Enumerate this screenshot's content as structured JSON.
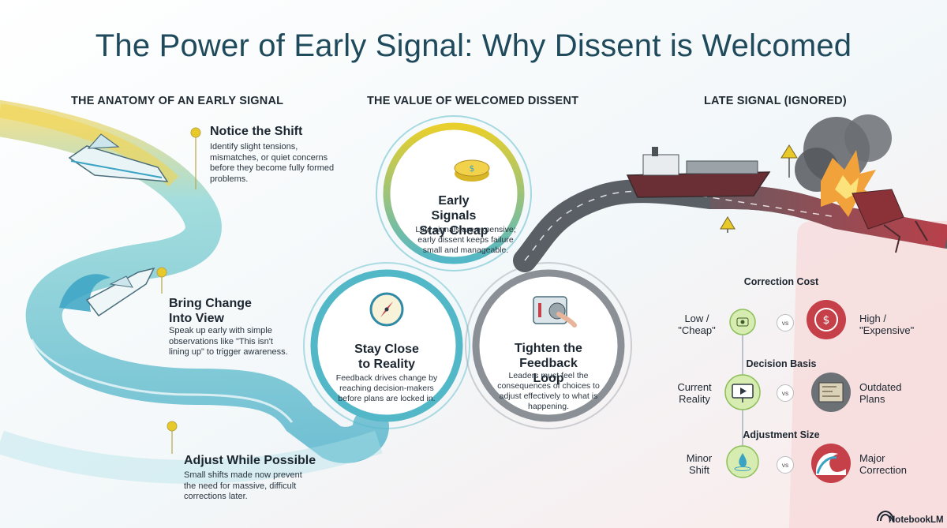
{
  "title": "The Power of Early Signal: Why Dissent is Welcomed",
  "sections": {
    "anatomy": "THE ANATOMY OF AN EARLY SIGNAL",
    "value": "THE VALUE OF WELCOMED DISSENT",
    "late": "LATE SIGNAL (IGNORED)"
  },
  "steps": [
    {
      "title": "Notice the Shift",
      "body": "Identify slight tensions, mismatches, or quiet concerns before they become fully formed problems."
    },
    {
      "title": "Bring Change Into View",
      "body": "Speak up early with simple observations like \"This isn't lining up\" to trigger awareness."
    },
    {
      "title": "Adjust While Possible",
      "body": "Small shifts made now prevent the need for massive, difficult corrections later."
    }
  ],
  "circles": [
    {
      "title": "Early Signals Stay Cheap",
      "body": "Late signals are expensive; early dissent keeps failure small and manageable."
    },
    {
      "title": "Stay Close to Reality",
      "body": "Feedback drives change by reaching decision-makers before plans are locked in."
    },
    {
      "title": "Tighten the Feedback Loop",
      "body": "Leaders must feel the consequences of choices to adjust effectively to what is happening."
    }
  ],
  "comparisons": [
    {
      "heading": "Correction Cost",
      "left": "Low / \"Cheap\"",
      "vs": "vs",
      "right": "High / \"Expensive\""
    },
    {
      "heading": "Decision Basis",
      "left": "Current Reality",
      "vs": "vs",
      "right": "Outdated Plans"
    },
    {
      "heading": "Adjustment Size",
      "left": "Minor Shift",
      "vs": "vs",
      "right": "Major Correction"
    }
  ],
  "footer": "NotebookLM",
  "colors": {
    "accent_yellow": "#e8c92a",
    "teal": "#4fb8c8",
    "red": "#c6404a",
    "road": "#5a5f66"
  }
}
